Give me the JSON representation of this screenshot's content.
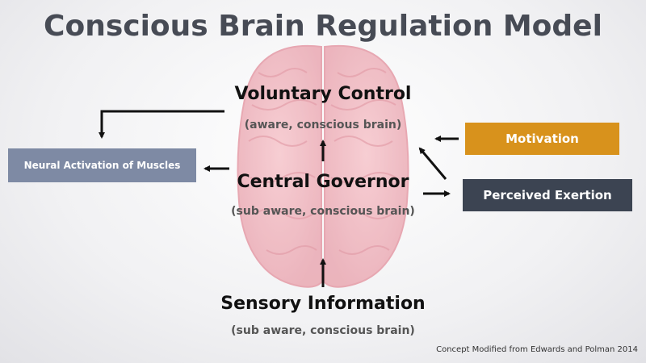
{
  "title": "Conscious Brain Regulation Model",
  "nodes": {
    "voluntary_control": {
      "label": "Voluntary Control",
      "sub": "(aware, conscious brain)"
    },
    "central_governor": {
      "label": "Central Governor",
      "sub": "(sub aware, conscious brain)"
    },
    "sensory_information": {
      "label": "Sensory Information",
      "sub": "(sub aware, conscious brain)"
    }
  },
  "boxes": {
    "neural_activation": {
      "label": "Neural Activation of Muscles",
      "color": "#7e8aa4"
    },
    "motivation": {
      "label": "Motivation",
      "color": "#d8921c"
    },
    "perceived_exertion": {
      "label": "Perceived Exertion",
      "color": "#3c4452"
    }
  },
  "credit": "Concept Modified from Edwards and Polman 2014"
}
